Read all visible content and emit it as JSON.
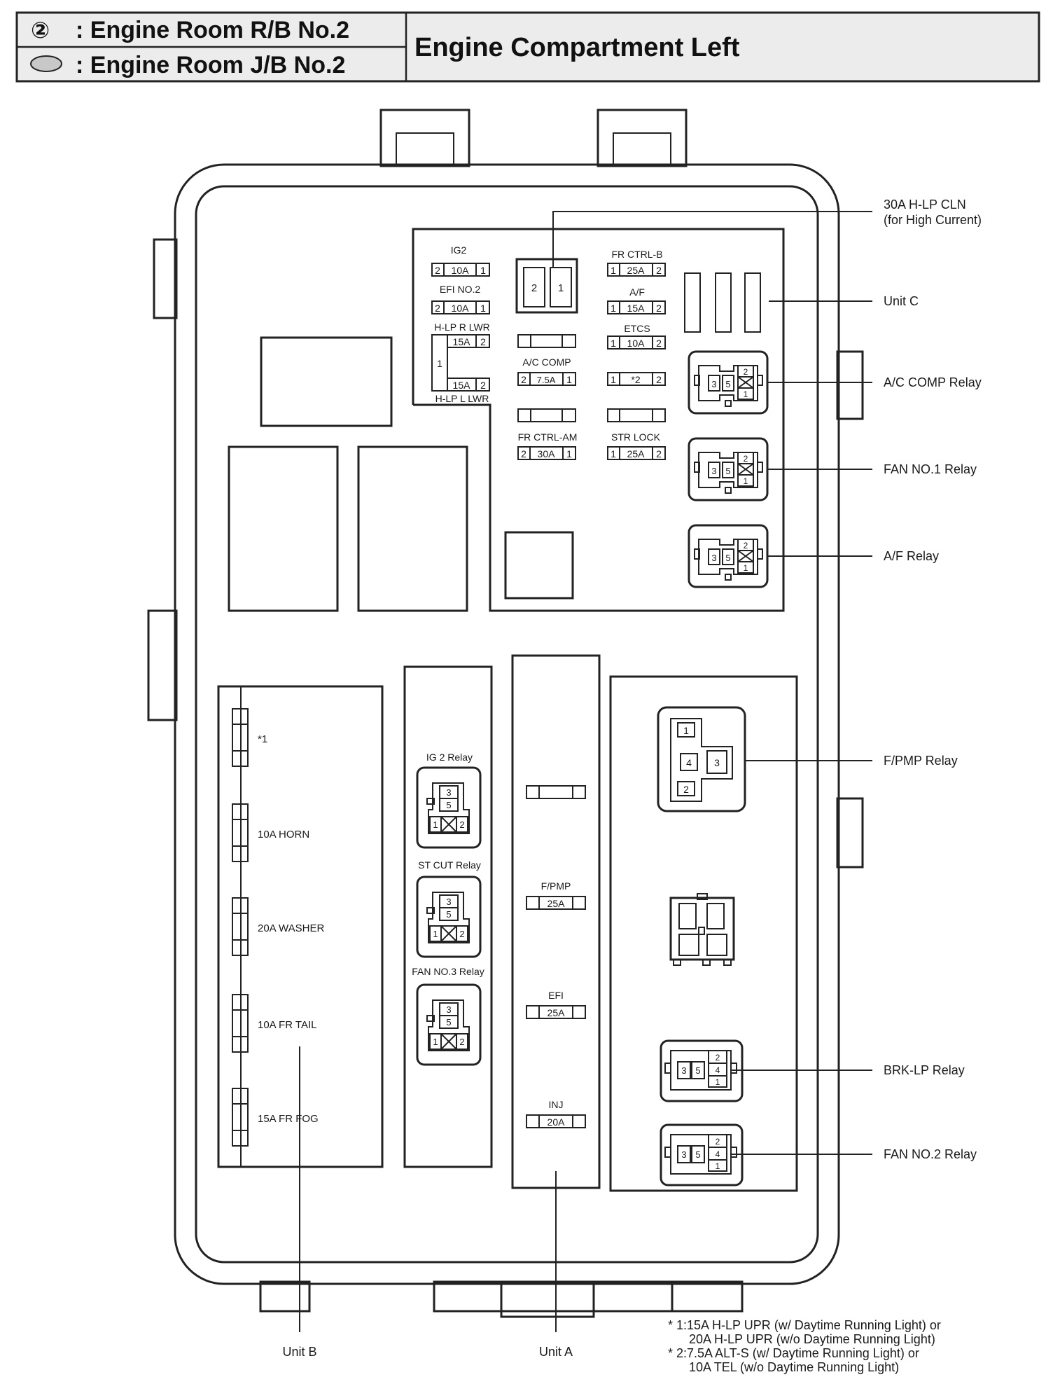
{
  "header": {
    "rb_symbol": "②",
    "rb_label": ": Engine Room R/B No.2",
    "jb_label": ": Engine Room J/B No.2",
    "title": "Engine Compartment Left"
  },
  "callouts": {
    "h_lp_cln_line1": "30A H-LP CLN",
    "h_lp_cln_line2": "(for High Current)",
    "unit_c": "Unit C",
    "ac_comp_relay": "A/C COMP Relay",
    "fan1_relay": "FAN NO.1 Relay",
    "af_relay": "A/F Relay",
    "fpmp_relay": "F/PMP Relay",
    "brk_lp_relay": "BRK-LP Relay",
    "fan2_relay": "FAN NO.2 Relay",
    "unit_b": "Unit B",
    "unit_a": "Unit A"
  },
  "unit_c_fuses": {
    "ig2": {
      "name": "IG2",
      "left": "2",
      "amp": "10A",
      "right": "1"
    },
    "efi_no2": {
      "name": "EFI NO.2",
      "left": "2",
      "amp": "10A",
      "right": "1"
    },
    "h_lp_r_lwr": {
      "name": "H-LP R LWR",
      "common": "1",
      "upper_amp": "15A",
      "upper_pin": "2",
      "lower_amp": "15A",
      "lower_pin": "2"
    },
    "h_lp_l_lwr": {
      "name": "H-LP L LWR"
    },
    "ac_comp": {
      "name": "A/C COMP",
      "left": "2",
      "amp": "7.5A",
      "right": "1"
    },
    "fr_ctrl_am": {
      "name": "FR CTRL-AM",
      "left": "2",
      "amp": "30A",
      "right": "1"
    },
    "h_lp_cln": {
      "left": "2",
      "right": "1"
    },
    "fr_ctrl_b": {
      "name": "FR CTRL-B",
      "left": "1",
      "amp": "25A",
      "right": "2"
    },
    "af": {
      "name": "A/F",
      "left": "1",
      "amp": "15A",
      "right": "2"
    },
    "etcs": {
      "name": "ETCS",
      "left": "1",
      "amp": "10A",
      "right": "2"
    },
    "star2": {
      "left": "1",
      "amp": "*2",
      "right": "2"
    },
    "str_lock": {
      "name": "STR LOCK",
      "left": "1",
      "amp": "25A",
      "right": "2"
    }
  },
  "relay_pins": {
    "p1": "1",
    "p2": "2",
    "p3": "3",
    "p4": "4",
    "p5": "5"
  },
  "unit_b_fuses": [
    "*1",
    "10A HORN",
    "20A WASHER",
    "10A FR TAIL",
    "15A FR FOG"
  ],
  "center_relays": [
    "IG 2 Relay",
    "ST CUT Relay",
    "FAN NO.3 Relay"
  ],
  "unit_a_fuses": [
    {
      "name": "F/PMP",
      "amp": "25A"
    },
    {
      "name": "EFI",
      "amp": "25A"
    },
    {
      "name": "INJ",
      "amp": "20A"
    }
  ],
  "footnotes": [
    "* 1:15A H-LP UPR (w/ Daytime Running Light) or",
    "20A H-LP UPR (w/o Daytime Running Light)",
    "* 2:7.5A ALT-S (w/ Daytime Running Light) or",
    "10A TEL (w/o Daytime Running Light)"
  ]
}
